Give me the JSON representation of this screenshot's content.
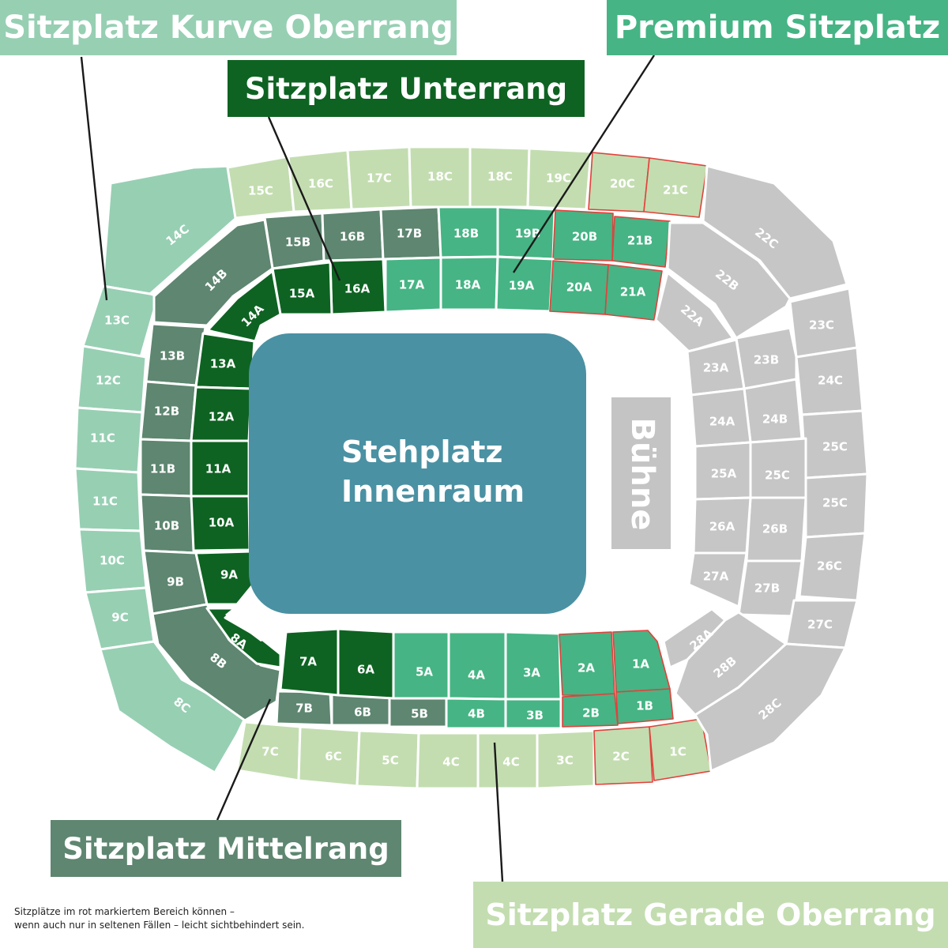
{
  "colors": {
    "kurve_oberrang": "#97cfb3",
    "gerade_oberrang": "#c3ddb0",
    "mittelrang": "#5e8670",
    "unterrang": "#0e6322",
    "premium": "#46b484",
    "nicht_verfuegbar": "#c6c6c6",
    "innenraum": "#4a91a3",
    "buehne": "#c4c4c4",
    "sichtbehindert_rand": "#e1413c"
  },
  "legend": {
    "kurve_oberrang": "Sitzplatz Kurve Oberrang",
    "unterrang": "Sitzplatz Unterrang",
    "premium": "Premium Sitzplatz",
    "mittelrang": "Sitzplatz Mittelrang",
    "gerade_oberrang": "Sitzplatz Gerade Oberrang"
  },
  "innenraum": {
    "line1": "Stehplatz",
    "line2": "Innenraum"
  },
  "buehne": "Bühne",
  "note": {
    "line1": "Sitzplätze im rot markiertem Bereich können –",
    "line2": "wenn auch nur in seltenen Fällen – leicht sichtbehindert sein."
  },
  "blocks": {
    "kurve_oberrang": [
      "14C",
      "13C",
      "12C",
      "11C",
      "11C",
      "10C",
      "9C",
      "8C"
    ],
    "gerade_oberrang": [
      "15C",
      "16C",
      "17C",
      "18C",
      "18C",
      "19C",
      "20C",
      "21C",
      "7C",
      "6C",
      "5C",
      "4C",
      "4C",
      "3C",
      "2C",
      "1C"
    ],
    "mittelrang": [
      "15B",
      "16B",
      "17B",
      "14B",
      "13B",
      "12B",
      "11B",
      "10B",
      "9B",
      "8B",
      "7B",
      "6B",
      "5B"
    ],
    "unterrang": [
      "16A",
      "15A",
      "14A",
      "13A",
      "12A",
      "11A",
      "10A",
      "9A",
      "8A",
      "7A",
      "6A"
    ],
    "premium": [
      "18B",
      "19B",
      "20B",
      "21B",
      "17A",
      "18A",
      "19A",
      "20A",
      "21A",
      "5A",
      "4A",
      "3A",
      "2A",
      "1A",
      "4B",
      "3B",
      "2B",
      "1B"
    ],
    "nicht_verfuegbar": [
      "22C",
      "22B",
      "22A",
      "23C",
      "23B",
      "23A",
      "24C",
      "24B",
      "24A",
      "25C",
      "25C",
      "25A",
      "25C",
      "26C",
      "26B",
      "26A",
      "27B",
      "27A",
      "27C",
      "28A",
      "28B",
      "28C"
    ]
  },
  "sichtbehindert": [
    "20C",
    "21C",
    "20B",
    "21B",
    "20A",
    "21A",
    "2A",
    "1A",
    "2B",
    "1B",
    "2C",
    "1C"
  ]
}
